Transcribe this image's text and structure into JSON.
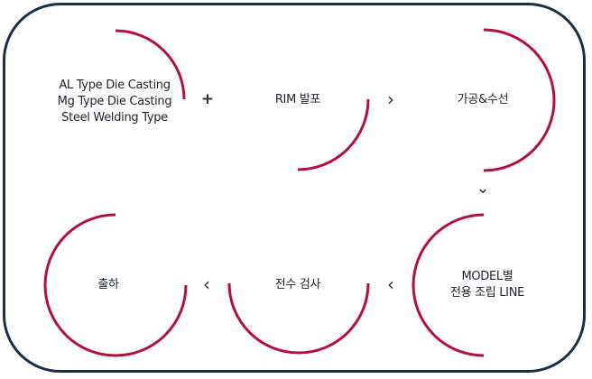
{
  "steps": {
    "casting": {
      "line1": "AL Type Die Casting",
      "line2": "Mg Type Die Casting",
      "line3": "Steel Welding Type"
    },
    "rim": "RIM 발포",
    "machining": "가공&수선",
    "assembly": {
      "line1": "MODEL별",
      "line2": "전용 조립 LINE"
    },
    "inspection": "전수 검사",
    "shipping": "출하"
  },
  "separators": {
    "plus": "+",
    "right": "›",
    "down": "⌄",
    "left1": "‹",
    "left2": "‹"
  },
  "colors": {
    "arc": "#b5103c",
    "frame": "#1c2f44",
    "text": "#1a2230"
  }
}
